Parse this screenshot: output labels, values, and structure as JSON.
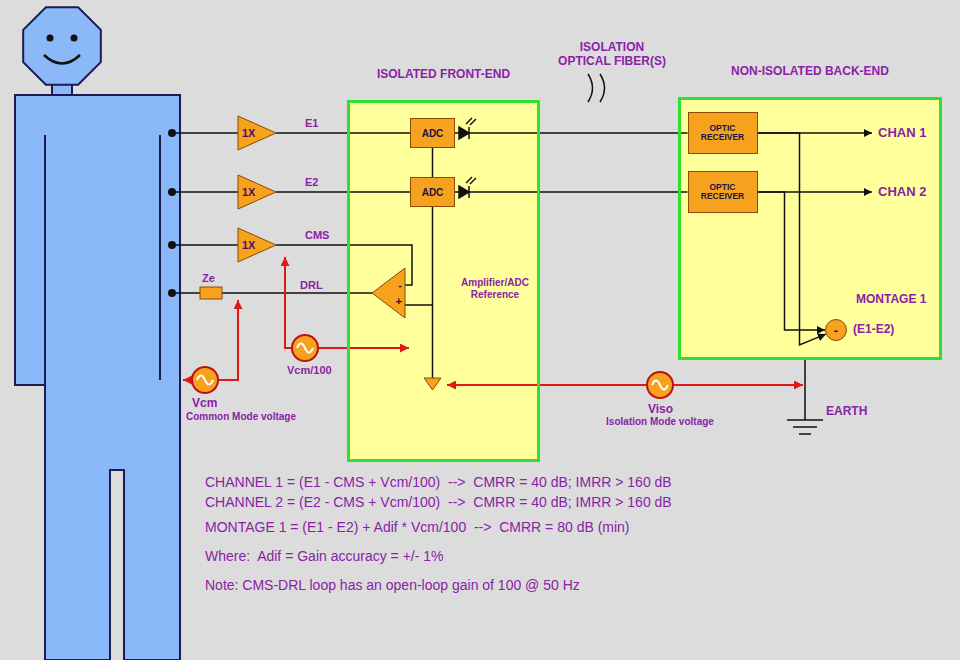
{
  "diagram": {
    "nodes": [
      {
        "text": [
          "1X"
        ]
      },
      {
        "text": [
          "1X"
        ]
      },
      {
        "text": [
          "1X"
        ]
      },
      {
        "text": [
          "ISOLATED FRONT-END"
        ]
      },
      {
        "text": [
          "ADC"
        ],
        "in": 3
      },
      {
        "text": [
          "ADC"
        ],
        "in": 3
      },
      {
        "text": [
          "-",
          "+"
        ],
        "in": 3
      },
      {
        "text": [
          "NON-ISOLATED BACK-END"
        ]
      },
      {
        "text": [
          "OPTIC RECEIVER"
        ],
        "in": 7
      },
      {
        "text": [
          "OPTIC RECEIVER"
        ],
        "in": 7
      },
      {
        "text": [
          "-"
        ],
        "in": 7
      }
    ],
    "edges": [
      {
        "from": 0,
        "to": 4,
        "label": "E1",
        "arrow": "none"
      },
      {
        "from": 1,
        "to": 5,
        "label": "E2",
        "arrow": "none"
      },
      {
        "from": 2,
        "to": 6,
        "label": "CMS",
        "arrow": "none"
      },
      {
        "from": 4,
        "to": 5,
        "arrow": "none"
      },
      {
        "from": 5,
        "to": 6,
        "arrow": "none"
      },
      {
        "from": 4,
        "to": 8,
        "arrow": "none"
      },
      {
        "from": 5,
        "to": 9,
        "arrow": "none"
      },
      {
        "from": 8,
        "to": 10,
        "arrow": "to"
      },
      {
        "from": 9,
        "to": 10,
        "arrow": "to"
      }
    ],
    "labels": [
      "Amplifier/ADC Reference",
      "DRL",
      "Ze",
      "Vcm",
      "Common Mode voltage",
      "Vcm/100",
      "ISOLATION OPTICAL FIBER(S)",
      "CHAN 1",
      "CHAN 2",
      "MONTAGE 1",
      "(E1-E2)",
      "Viso",
      "Isolation Mode voltage",
      "EARTH",
      "CHANNEL 1 = (E1 - CMS + Vcm/100)  -->  CMRR = 40 dB; IMRR > 160 dB",
      "CHANNEL 2 = (E2 - CMS + Vcm/100)  -->  CMRR = 40 dB; IMRR > 160 dB",
      "MONTAGE 1 = (E1 - E2) + Adif * Vcm/100  -->  CMRR = 80 dB (min)",
      "Where:  Adif = Gain accuracy = +/- 1%",
      "Note: CMS-DRL loop has an open-loop gain of 100 @ 50 Hz"
    ]
  }
}
